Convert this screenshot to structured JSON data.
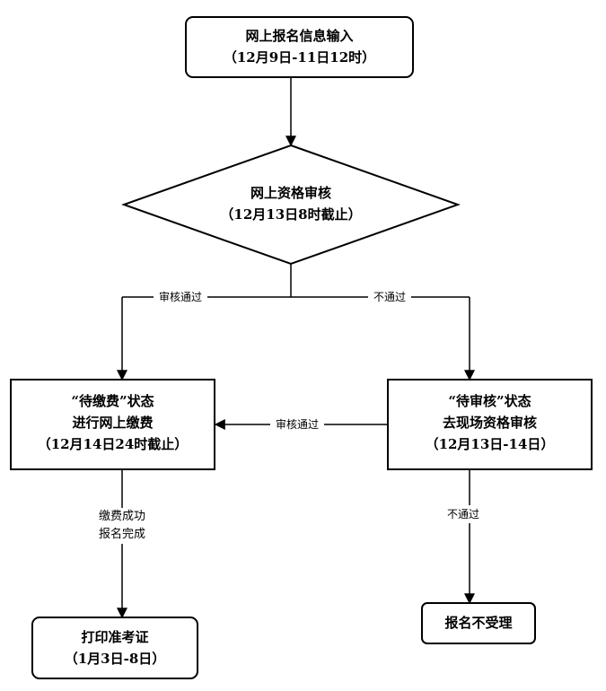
{
  "nodes": {
    "start": {
      "line1": "网上报名信息输入",
      "line2": "（12月9日-11日12时）"
    },
    "review": {
      "line1": "网上资格审核",
      "line2": "（12月13日8时截止）"
    },
    "pay": {
      "line1": "“待缴费”状态",
      "line2": "进行网上缴费",
      "line3": "（12月14日24时截止）"
    },
    "onsite": {
      "line1": "“待审核”状态",
      "line2": "去现场资格审核",
      "line3": "（12月13日-14日）"
    },
    "print": {
      "line1": "打印准考证",
      "line2": "（1月3日-8日）"
    },
    "reject": {
      "line1": "报名不受理"
    }
  },
  "edges": {
    "review_pass": "审核通过",
    "review_fail": "不通过",
    "onsite_pass": "审核通过",
    "pay_done_1": "缴费成功",
    "pay_done_2": "报名完成",
    "onsite_fail": "不通过"
  }
}
